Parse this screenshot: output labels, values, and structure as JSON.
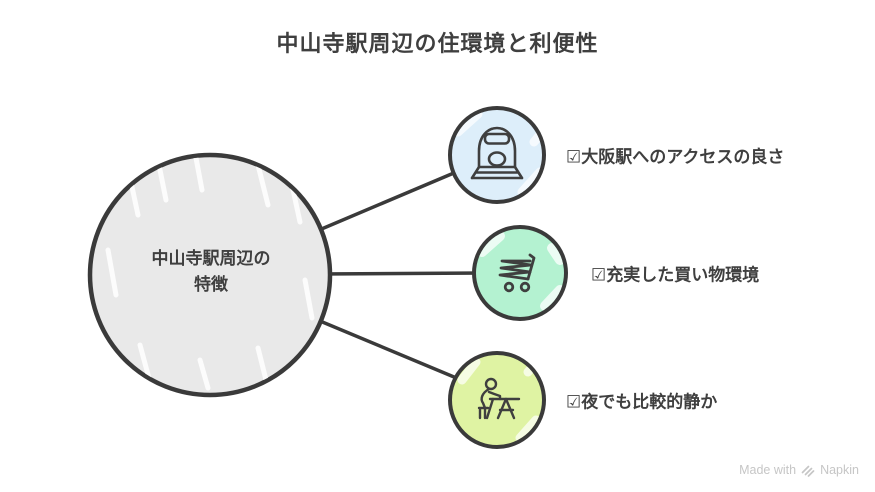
{
  "title": "中山寺駅周辺の住環境と利便性",
  "center_node": {
    "line1": "中山寺駅周辺の",
    "line2": "特徴",
    "fill": "#e9e9e9"
  },
  "items": [
    {
      "label": "☑大阪駅へのアクセスの良さ",
      "icon": "train-icon",
      "fill": "#ddeefa"
    },
    {
      "label": "☑充実した買い物環境",
      "icon": "shopping-cart-icon",
      "fill": "#b4f2d1"
    },
    {
      "label": "☑夜でも比較的静か",
      "icon": "person-at-desk-icon",
      "fill": "#dff3a3"
    }
  ],
  "watermark": {
    "text": "Made with",
    "brand": "Napkin"
  },
  "colors": {
    "background": "#ffffff",
    "text": "#3f3f3f",
    "stroke": "#3a3a3a",
    "watermark": "#c6c6c6"
  }
}
